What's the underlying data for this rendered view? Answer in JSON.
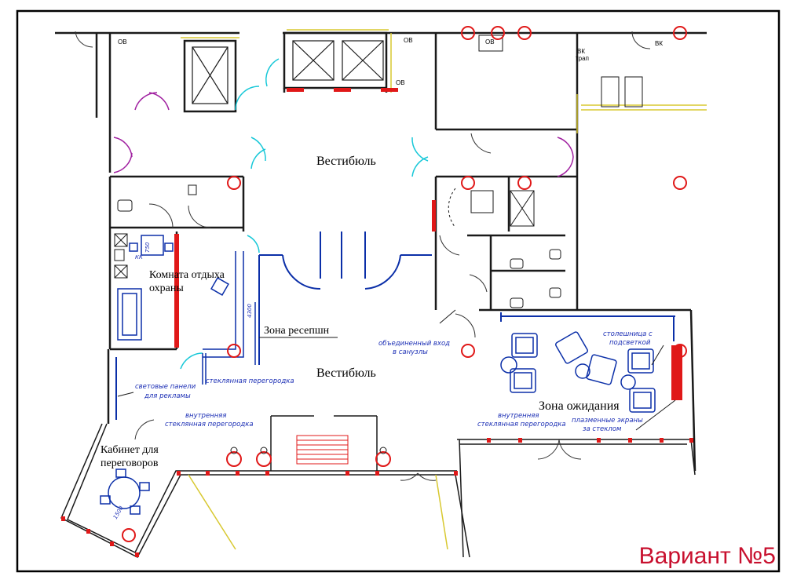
{
  "rooms": {
    "vestibule_upper": "Вестибюль",
    "vestibule_lower": "Вестибюль",
    "security_rest_room": [
      "Комната отдыха",
      "охраны"
    ],
    "reception_zone": "Зона ресепшн",
    "waiting_zone": "Зона ожидания",
    "meeting_room": [
      "Кабинет для",
      "переговоров"
    ]
  },
  "annotations": {
    "glass_partition": "стеклянная перегородка",
    "light_panels": [
      "световые панели",
      "для рекламы"
    ],
    "inner_glass_left": [
      "внутренняя",
      "стеклянная перегородка"
    ],
    "inner_glass_right": [
      "внутренняя",
      "стеклянная перегородка"
    ],
    "sanitary_entrance": [
      "объединенный вход",
      "в санузлы"
    ],
    "countertop": [
      "столешница с",
      "подсветкой"
    ],
    "plasma_screens": [
      "плазменные экраны",
      "за стеклом"
    ],
    "reception_dim": "4300",
    "desk_dim": "750",
    "kk": "КК",
    "table_dim": "1500"
  },
  "labels": {
    "ov": "ОВ",
    "vk": "ВК",
    "vk_trap": [
      "ВК",
      "трап"
    ]
  },
  "variant": "Вариант №5",
  "colors": {
    "wall": "#1a1a1a",
    "annotation": "#1c2fb5",
    "column": "#e01818",
    "variant": "#c8102e",
    "glass": "#0b2fa8",
    "cyan_door": "#18c8d8",
    "purple_door": "#a020a0",
    "yellow_line": "#d8c830"
  }
}
